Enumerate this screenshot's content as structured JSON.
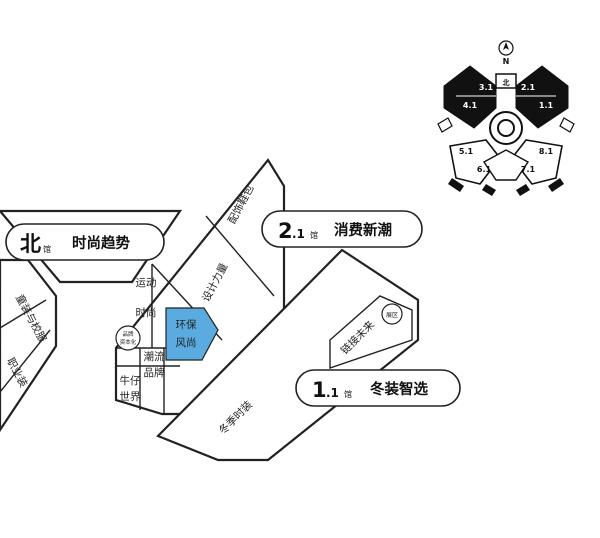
{
  "halls": {
    "north": {
      "number": "北",
      "unit": "馆",
      "title": "时尚趋势"
    },
    "hall_2_1": {
      "number": "2",
      "sub": ".1",
      "unit": "馆",
      "title": "消费新潮"
    },
    "hall_1_1": {
      "number": "1",
      "sub": ".1",
      "unit": "馆",
      "title": "冬装智选"
    }
  },
  "zones": {
    "accessories": "配饰鞋包",
    "design_power": "设计力量",
    "sports_fashion": [
      "运动",
      "时尚"
    ],
    "eco_fashion": [
      "环保",
      "风尚"
    ],
    "trend_brand": [
      "潮流",
      "品牌"
    ],
    "denim_world": [
      "牛仔",
      "世界"
    ],
    "circle_small": [
      "品牌",
      "资本化"
    ],
    "link_future": "链接未来",
    "link_future_badge": "展区",
    "winter_fashion": "冬季时装",
    "uniform": "童装与校服",
    "career_wear": "职业装"
  },
  "compass": {
    "north_label": "N"
  },
  "mini_map": {
    "pods": [
      "3.1",
      "2.1",
      "4.1",
      "1.1",
      "5.1",
      "8.1",
      "6.1",
      "7.1"
    ],
    "top_label": "北"
  },
  "colors": {
    "highlight": "#5aace0",
    "line": "#222222",
    "dark": "#111111"
  }
}
